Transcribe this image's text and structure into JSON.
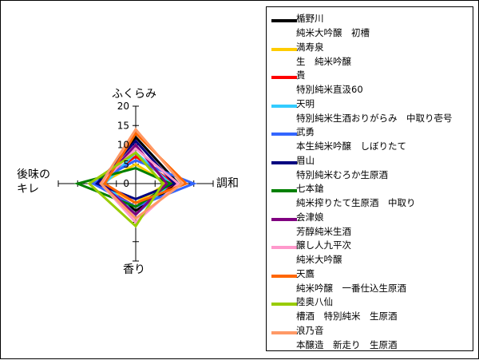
{
  "chart_data": {
    "type": "radar",
    "axes": [
      "ふくらみ",
      "調和",
      "香り",
      "後味のキレ"
    ],
    "axis_label_left_lines": [
      "後味の",
      "キレ"
    ],
    "r_ticks": [
      "0",
      "5",
      "10",
      "15",
      "20"
    ],
    "rlim": [
      0,
      20
    ],
    "legend_position": "right",
    "series": [
      {
        "name": "楯野川",
        "subtitle": "純米大吟醸　初槽",
        "color": "#000000",
        "values": [
          12,
          11,
          7,
          9
        ]
      },
      {
        "name": "満寿泉",
        "subtitle": "生　純米吟醸",
        "color": "#ffcc00",
        "values": [
          5,
          8,
          5,
          9
        ]
      },
      {
        "name": "貴",
        "subtitle": "特別純米直汲60",
        "color": "#ff0000",
        "values": [
          7,
          10,
          6,
          10
        ]
      },
      {
        "name": "天明",
        "subtitle": "特別純米生酒おりがらみ　中取り壱号",
        "color": "#33ccff",
        "values": [
          8,
          9,
          8,
          8
        ]
      },
      {
        "name": "武勇",
        "subtitle": "本生純米吟醸　しぼりたて",
        "color": "#3366ff",
        "values": [
          6,
          15,
          6,
          11
        ]
      },
      {
        "name": "眉山",
        "subtitle": "特別純米むろか生原酒",
        "color": "#000080",
        "values": [
          11,
          10,
          4,
          10
        ]
      },
      {
        "name": "七本鎗",
        "subtitle": "純米搾りたて生原酒　中取り",
        "color": "#008000",
        "values": [
          4,
          9,
          6,
          15
        ]
      },
      {
        "name": "会津娘",
        "subtitle": "芳醇純米生酒",
        "color": "#800080",
        "values": [
          10,
          8,
          8,
          9
        ]
      },
      {
        "name": "醸し人九平次",
        "subtitle": "純米大吟醸",
        "color": "#ff99cc",
        "values": [
          9,
          11,
          10,
          9
        ]
      },
      {
        "name": "天鷹",
        "subtitle": "純米吟醸　一番仕込生原酒",
        "color": "#ff6600",
        "values": [
          13,
          13,
          5,
          8
        ]
      },
      {
        "name": "陸奥八仙",
        "subtitle": "槽酒　特別純米　生原酒",
        "color": "#99cc00",
        "values": [
          8,
          7,
          11,
          12
        ]
      },
      {
        "name": "浪乃音",
        "subtitle": "本醸造　新走り　生原酒",
        "color": "#ff9966",
        "values": [
          14,
          12,
          9,
          9
        ]
      }
    ]
  }
}
